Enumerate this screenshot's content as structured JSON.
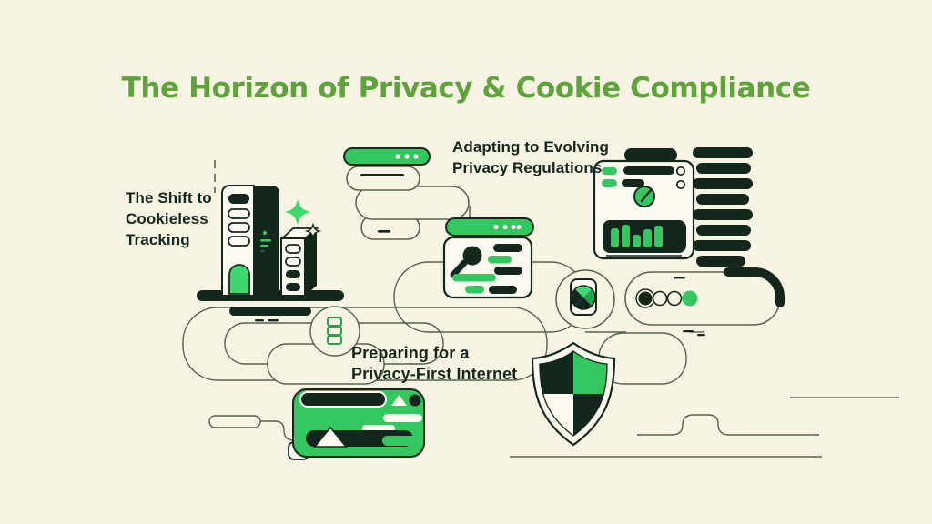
{
  "title": {
    "text": "The Horizon of Privacy & Cookie Compliance"
  },
  "labels": {
    "cookieless": {
      "lines": [
        "The Shift to",
        "Cookieless",
        "Tracking"
      ]
    },
    "regulations": {
      "lines": [
        "Adapting to Evolving",
        "Privacy Regulations"
      ]
    },
    "privacy_first": {
      "lines": [
        "Preparing for a",
        "Privacy-First Internet"
      ]
    }
  },
  "palette": {
    "background": "#f7f4e3",
    "ink": "#13271d",
    "green": "#32c75f",
    "green_dark": "#21a24c",
    "title_green": "#5ea33c",
    "card": "#fcfaf0"
  },
  "illustration": {
    "icons": [
      "server-towers-icon",
      "sparkle-icon",
      "chat-bubble-bars",
      "browser-bar-dots",
      "search-card",
      "magnifier-icon",
      "cookie-dialog-icon",
      "consent-toggle-dots",
      "dashboard-window",
      "gauge-icon",
      "bar-chart-icon",
      "pill-stack",
      "consent-banner",
      "mountain-thumbnail-icon",
      "privacy-shield-icon",
      "ladder-chain-icon",
      "cloud-outlines"
    ]
  }
}
